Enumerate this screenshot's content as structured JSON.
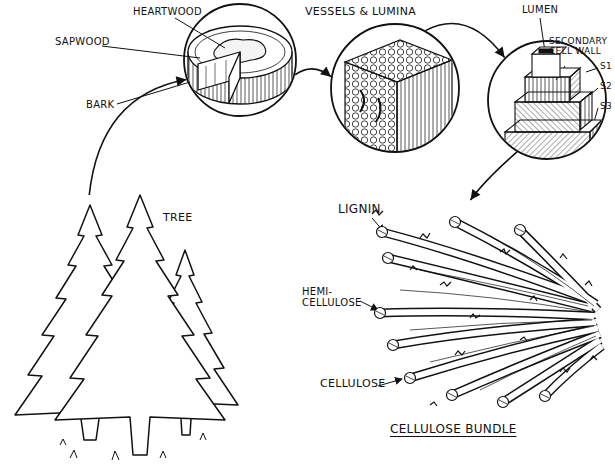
{
  "diagram": {
    "nodes": [
      {
        "text": [
          "TREE"
        ]
      },
      {
        "text": [
          "HEARTWOOD",
          "SAPWOOD",
          "BARK"
        ]
      },
      {
        "text": [
          "VESSELS & LUMINA"
        ]
      },
      {
        "text": [
          "LUMEN",
          "SECONDARY CELL WALL",
          "S1",
          "S2",
          "S3"
        ]
      },
      {
        "text": [
          "LIGNIN",
          "HEMI- CELLULOSE",
          "CELLULOSE",
          "CELLULOSE BUNDLE"
        ]
      }
    ],
    "edges": [
      {
        "from": 0,
        "to": 1,
        "arrow": "to"
      },
      {
        "from": 1,
        "to": 2,
        "arrow": "to"
      },
      {
        "from": 2,
        "to": 3,
        "arrow": "to"
      },
      {
        "from": 3,
        "to": 4,
        "arrow": "to"
      }
    ]
  }
}
